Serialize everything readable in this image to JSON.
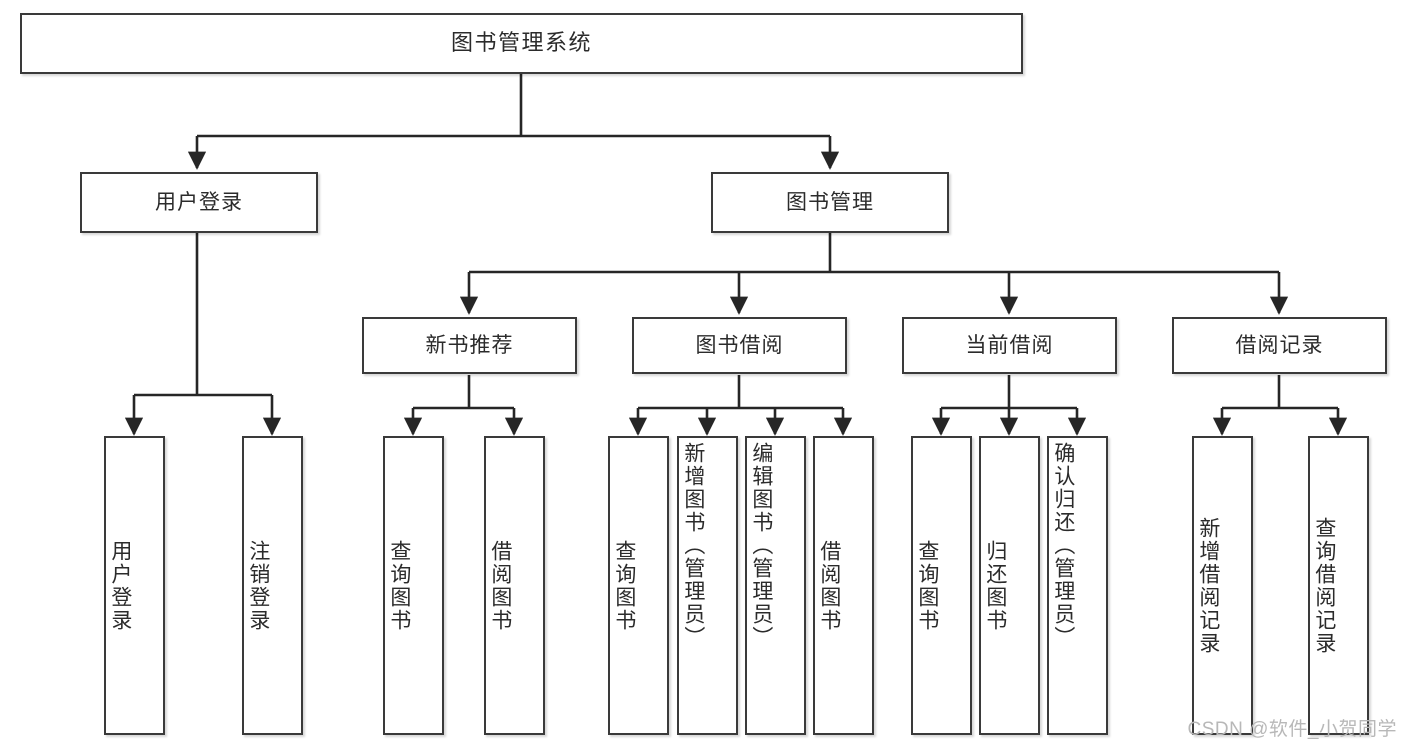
{
  "diagram": {
    "title": "图书管理系统",
    "type": "tree-hierarchy",
    "watermark": "CSDN @软件_小贺同学",
    "colors": {
      "box_border": "#3a3a3a",
      "box_fill": "#ffffff",
      "line": "#262626",
      "text": "#2b2b2b",
      "watermark": "#b8b8b8"
    },
    "nodes": {
      "root": {
        "label": "图书管理系统"
      },
      "level2": [
        {
          "label": "用户登录"
        },
        {
          "label": "图书管理"
        }
      ],
      "level3": [
        {
          "label": "新书推荐"
        },
        {
          "label": "图书借阅"
        },
        {
          "label": "当前借阅"
        },
        {
          "label": "借阅记录"
        }
      ],
      "leaves": {
        "user_login": [
          {
            "label": "用户登录"
          },
          {
            "label": "注销登录"
          }
        ],
        "new_book_recommend": [
          {
            "label": "查询图书"
          },
          {
            "label": "借阅图书"
          }
        ],
        "book_borrow": [
          {
            "label": "查询图书"
          },
          {
            "label": "新增图书（管理员）"
          },
          {
            "label": "编辑图书（管理员）"
          },
          {
            "label": "借阅图书"
          }
        ],
        "current_borrow": [
          {
            "label": "查询图书"
          },
          {
            "label": "归还图书"
          },
          {
            "label": "确认归还（管理员）"
          }
        ],
        "borrow_records": [
          {
            "label": "新增借阅记录"
          },
          {
            "label": "查询借阅记录"
          }
        ]
      }
    }
  }
}
